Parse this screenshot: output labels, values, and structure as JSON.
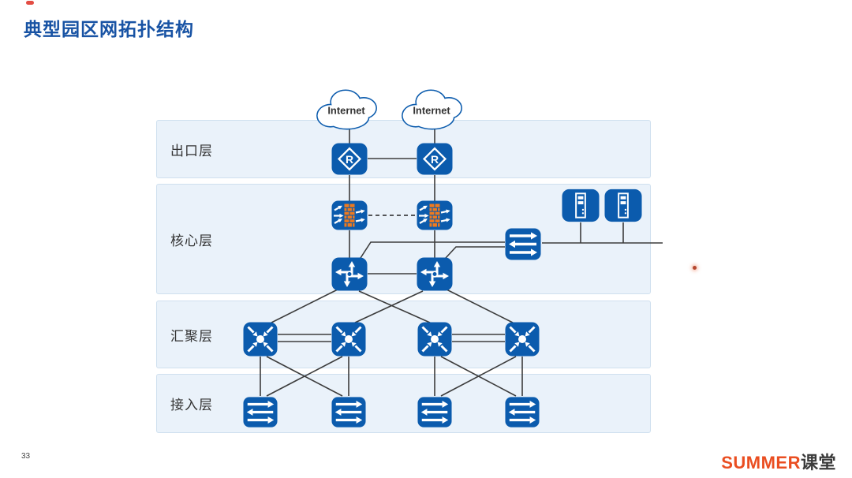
{
  "slide": {
    "title": "典型园区网拓扑结构",
    "page_number": "33",
    "brand": {
      "summer": "SUMMER",
      "ketang": "课堂"
    }
  },
  "layers": [
    {
      "id": "egress",
      "label": "出口层"
    },
    {
      "id": "core",
      "label": "核心层"
    },
    {
      "id": "aggregation",
      "label": "汇聚层"
    },
    {
      "id": "access",
      "label": "接入层"
    }
  ],
  "clouds": [
    {
      "label": "Internet"
    },
    {
      "label": "Internet"
    }
  ],
  "router_letter": "R",
  "topology": {
    "egress": [
      "router",
      "router"
    ],
    "core": [
      "firewall",
      "firewall",
      "l3-switch",
      "l3-switch",
      "l2-switch",
      "server",
      "server"
    ],
    "aggregation": [
      "aggregation-switch",
      "aggregation-switch",
      "aggregation-switch",
      "aggregation-switch"
    ],
    "access": [
      "l2-switch",
      "l2-switch",
      "l2-switch",
      "l2-switch"
    ]
  },
  "icons": [
    "internet-cloud-icon",
    "router-icon",
    "firewall-icon",
    "l3-switch-icon",
    "aggregation-switch-icon",
    "l2-switch-icon",
    "server-icon"
  ],
  "colors": {
    "device_blue": "#0b5bad",
    "firewall_brick_orange": "#ee7a1f",
    "band_background": "#eaf2fa",
    "band_border": "#cfe0ef",
    "title_blue": "#1853a4",
    "line_gray": "#3c3c3c",
    "brand_orange": "#ea4e21",
    "brand_dark": "#3b3b3b",
    "record_dot_red": "#e03a2f",
    "pointer_dot": "#b5472f"
  }
}
